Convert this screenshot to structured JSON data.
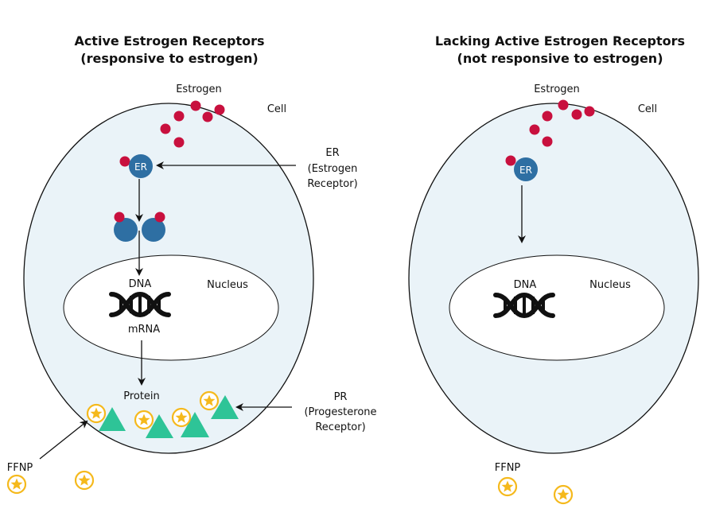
{
  "colors": {
    "cell_fill": "#eaf3f8",
    "outline": "#111111",
    "nucleus_fill": "#ffffff",
    "estrogen": "#c8103e",
    "receptor": "#2e6fa3",
    "pr_triangle": "#2ec497",
    "ffnp_ring": "#f5b91c",
    "ffnp_star": "#f5b91c"
  },
  "left_panel": {
    "title_line1": "Active Estrogen Receptors",
    "title_line2": "(responsive to estrogen)",
    "estrogen_label": "Estrogen",
    "cell_label": "Cell",
    "er_badge": "ER",
    "er_callout_line1": "ER",
    "er_callout_line2": "(Estrogen",
    "er_callout_line3": "Receptor)",
    "dna_label": "DNA",
    "nucleus_label": "Nucleus",
    "mrna_label": "mRNA",
    "protein_label": "Protein",
    "pr_callout_line1": "PR",
    "pr_callout_line2": "(Progesterone",
    "pr_callout_line3": "Receptor)",
    "ffnp_label": "FFNP"
  },
  "right_panel": {
    "title_line1": "Lacking Active Estrogen Receptors",
    "title_line2": "(not responsive to estrogen)",
    "estrogen_label": "Estrogen",
    "cell_label": "Cell",
    "er_badge": "ER",
    "dna_label": "DNA",
    "nucleus_label": "Nucleus",
    "ffnp_label": "FFNP"
  }
}
